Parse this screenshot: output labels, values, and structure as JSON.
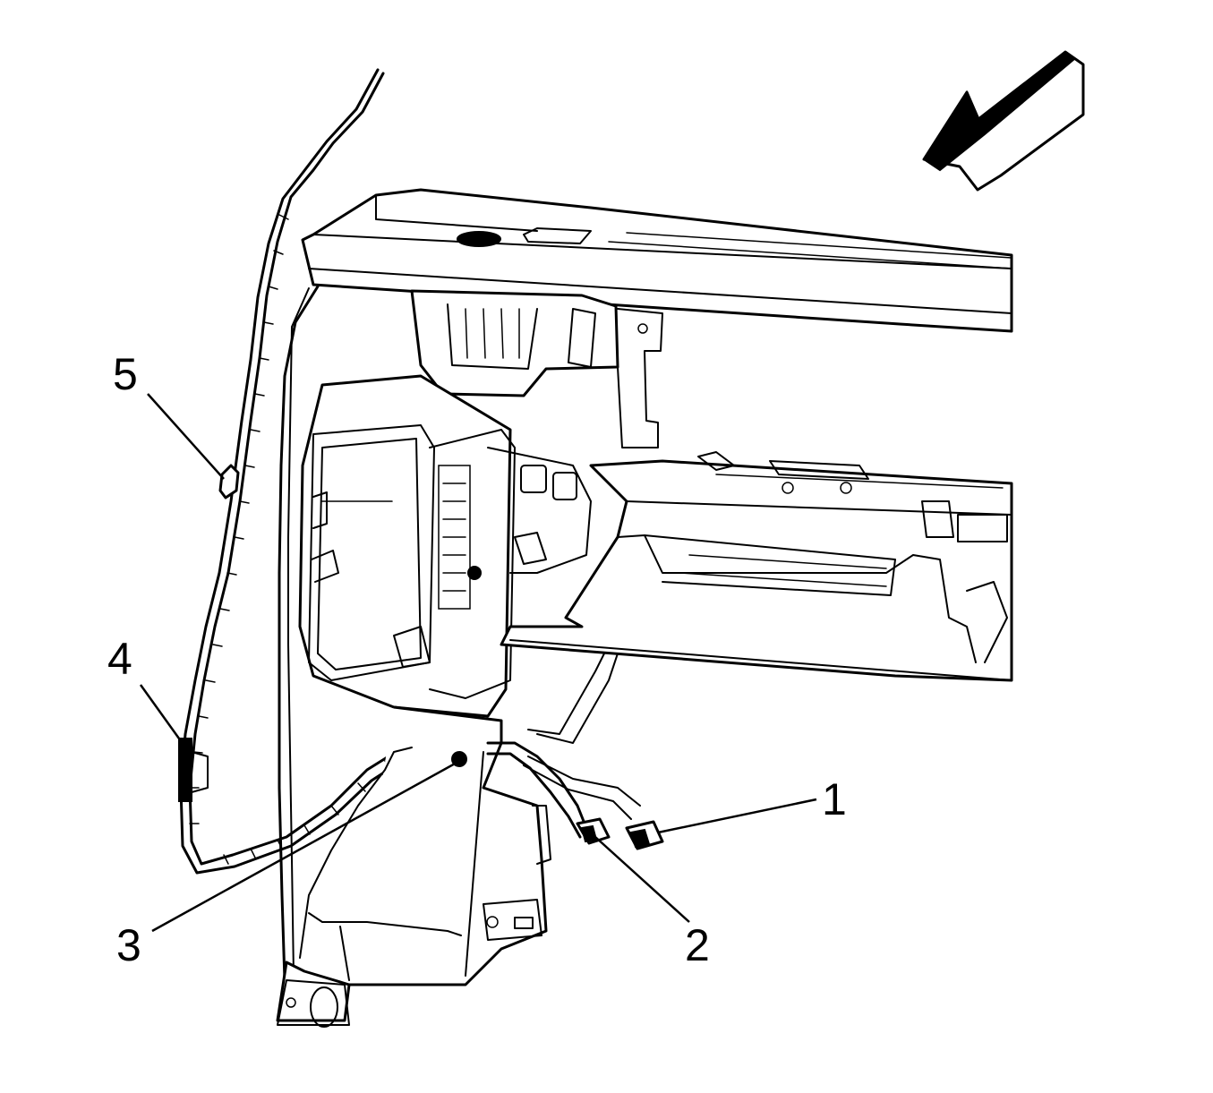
{
  "diagram": {
    "callouts": [
      {
        "id": "1",
        "label": "1"
      },
      {
        "id": "2",
        "label": "2"
      },
      {
        "id": "3",
        "label": "3"
      },
      {
        "id": "4",
        "label": "4"
      },
      {
        "id": "5",
        "label": "5"
      }
    ],
    "view_arrow_icon": "view-direction-arrow",
    "line_color": "#000000",
    "background_color": "#ffffff"
  }
}
